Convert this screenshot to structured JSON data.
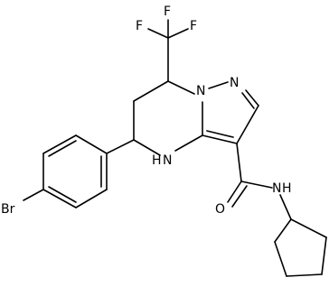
{
  "atoms": {
    "f_top": "F",
    "f_left": "F",
    "f_right": "F",
    "n_ring": "N",
    "n_pyrazole": "N",
    "nh_ring": "N",
    "h_ring": "H",
    "nh_amide": "N",
    "h_amide": "H",
    "o_carbonyl": "O",
    "br": "Br"
  }
}
